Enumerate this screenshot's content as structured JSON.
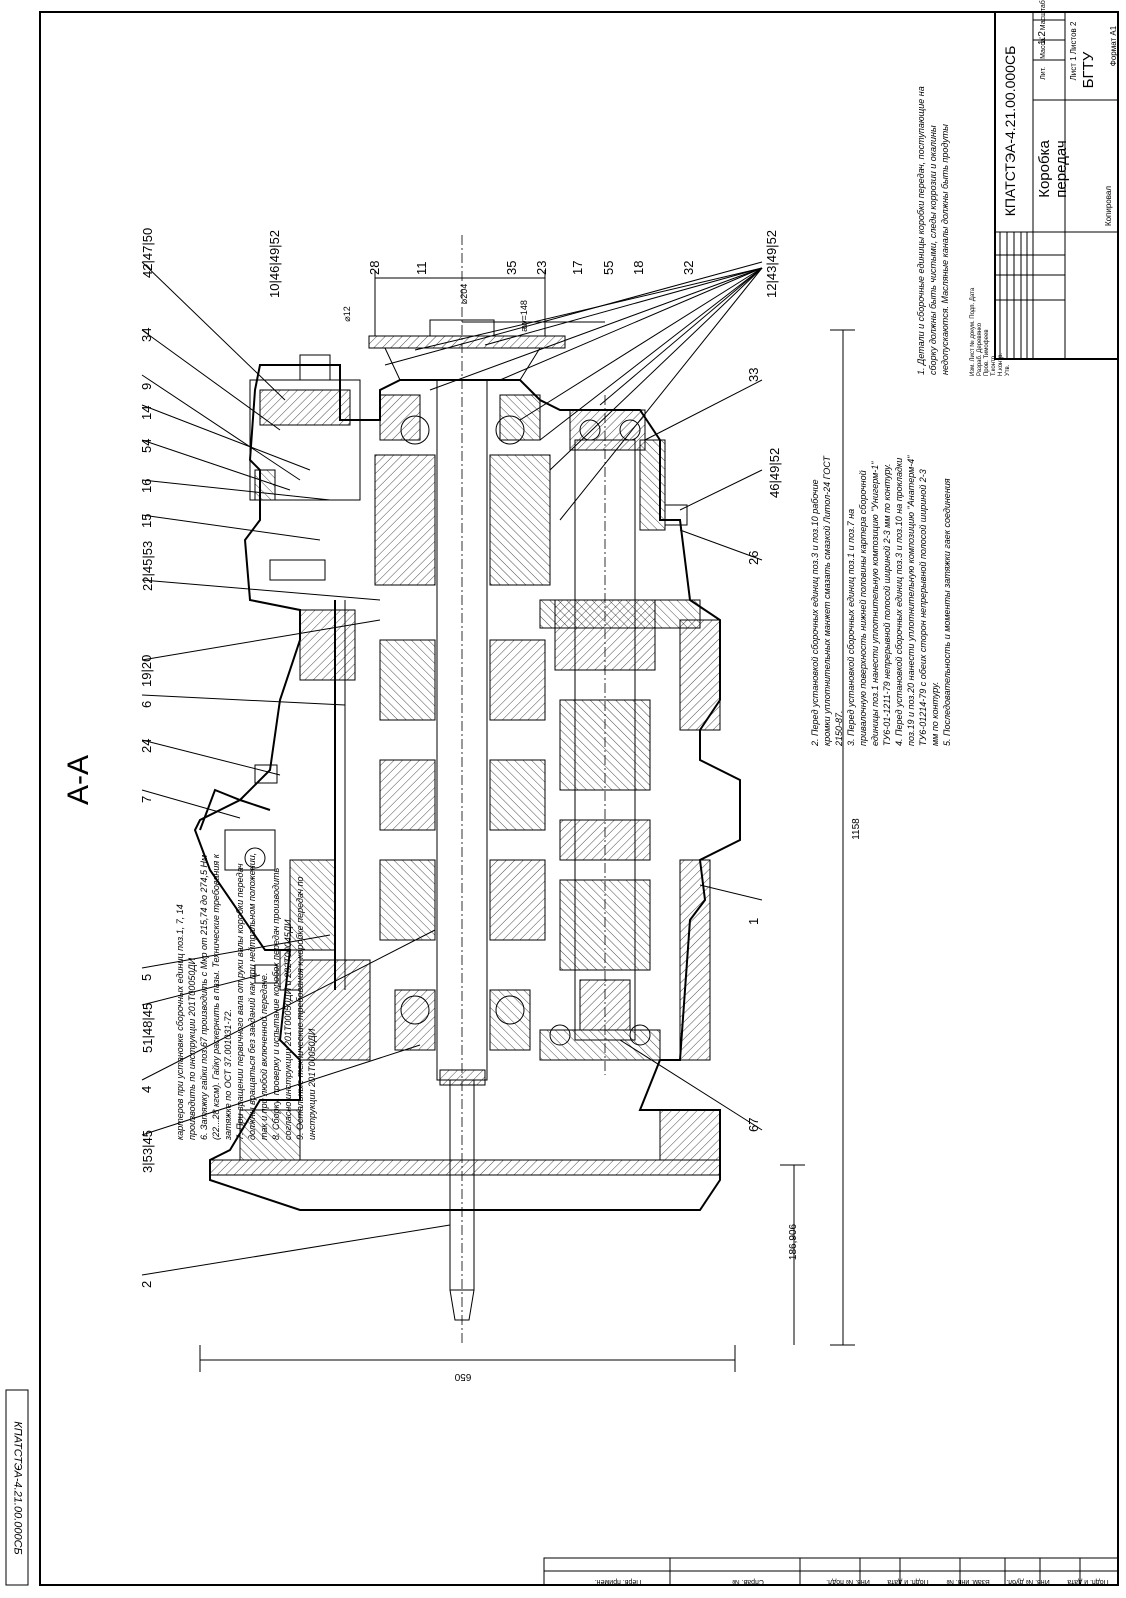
{
  "drawing": {
    "section_label": "А-А",
    "designation": "КПАТСТЭА-4.21.00.000СБ",
    "side_designation": "КПАТСТЭА-4.21.00.000СБ",
    "title_line1": "Коробка",
    "title_line2": "передач",
    "organization": "БГТУ",
    "scale": "1:2",
    "sheet": "Лист 1",
    "sheets": "Листов 2",
    "format": "Формат А1",
    "copied": "Копировал",
    "stamp_headers": [
      "Лит.",
      "Масса",
      "Масштаб"
    ],
    "stamp_rows": [
      [
        "Изм.",
        "Лист",
        "№ докум.",
        "Подп.",
        "Дата"
      ],
      [
        "Разраб.",
        "Деревянко"
      ],
      [
        "Пров.",
        "Тимофеев"
      ],
      [
        "Т.контр."
      ],
      [
        "Н.контр."
      ],
      [
        "Утв."
      ]
    ]
  },
  "left_stamp": [
    "Перв. примен.",
    "Справ. №"
  ],
  "bottom_stamp": [
    "Подп. и дата",
    "Инв. № дубл.",
    "Взам. инв. №",
    "Подп. и дата",
    "Инв. № подл."
  ],
  "dimensions": {
    "overall_length": "1158",
    "width": "650",
    "shaft_length": "186,906",
    "flange_diameter": "⌀204",
    "bolt_diameter": "⌀12",
    "center_distance": "aw=148"
  },
  "callouts_top": [
    {
      "lines": [
        "42",
        "47",
        "50"
      ]
    },
    {
      "lines": [
        "34"
      ]
    },
    {
      "lines": [
        "9"
      ]
    },
    {
      "lines": [
        "14"
      ]
    },
    {
      "lines": [
        "54"
      ]
    },
    {
      "lines": [
        "16"
      ]
    },
    {
      "lines": [
        "15"
      ]
    },
    {
      "lines": [
        "22",
        "45",
        "53"
      ]
    },
    {
      "lines": [
        "19",
        "20"
      ]
    },
    {
      "lines": [
        "6"
      ]
    },
    {
      "lines": [
        "24"
      ]
    },
    {
      "lines": [
        "7"
      ]
    },
    {
      "lines": [
        "5"
      ]
    },
    {
      "lines": [
        "51",
        "48",
        "45"
      ]
    },
    {
      "lines": [
        "4"
      ]
    },
    {
      "lines": [
        "3",
        "53",
        "45"
      ]
    },
    {
      "lines": [
        "2"
      ]
    }
  ],
  "callouts_right": [
    {
      "lines": [
        "10",
        "46",
        "49",
        "52"
      ]
    },
    {
      "lines": [
        "28"
      ]
    },
    {
      "lines": [
        "11"
      ]
    },
    {
      "lines": [
        "35"
      ]
    },
    {
      "lines": [
        "23"
      ]
    },
    {
      "lines": [
        "17"
      ]
    },
    {
      "lines": [
        "55"
      ]
    },
    {
      "lines": [
        "18"
      ]
    },
    {
      "lines": [
        "32"
      ]
    },
    {
      "lines": [
        "12",
        "43",
        "49",
        "52"
      ]
    },
    {
      "lines": [
        "33"
      ]
    },
    {
      "lines": [
        "46",
        "49",
        "52"
      ]
    },
    {
      "lines": [
        "26"
      ]
    },
    {
      "lines": [
        "1"
      ]
    },
    {
      "lines": [
        "67"
      ]
    }
  ],
  "notes_col1": [
    "1. Детали и сборочные единицы коробки передач, поступающие на",
    "сборку должны быть чистыми, следы коррозии и окалины",
    "недопускаются. Масляные каналы должны быть продуты"
  ],
  "notes_col2": [
    "2. Перед установкой сборочных единиц поз.3 и поз.10 рабочие",
    "кромки уплотнительных манжет смазать смазкой Литол-24 ГОСТ",
    "2150-87.",
    "3. Перед установкой сборочных единиц поз.1 и поз.7 на",
    "привалочную поверхность нижней половины картера сборочной",
    "единицы поз.1 нанести уплотнительную композицию \"Унигерм-1\"",
    "ТУ6-01-1211-79 непрерывной полосой шириной 2-3 мм по контуру.",
    "4. Перед установкой сборочных единиц поз.3 и поз.10 на прокладки",
    "поз.19 и поз.20 нанести уплотнительную композицию \"Анатерм-4\"",
    "ТУ6-01214-79 с обеих сторон непрерывной полосой шириной 2-3",
    "мм по контуру.",
    "5. Последовательность и моменты затяжки гаек соединения"
  ],
  "notes_col3": [
    "картеров при установке сборочных единиц поз.1, 7, 14",
    "производить по инструкции 201Т00050ДИ",
    "6. Затяжку гайки поз.67 производить с Мкр от 215,74 до 274,5 Нм",
    "(22...28 кгсм). Гайку раскернить в пазы. Технические требования к",
    "затяжке по ОСТ 37.001031-72.",
    "7. При вращении первичного вала от руки валы коробки передач",
    "должны вращаться без заеданий как при нейтральном положении,",
    "так и при любой включенной передаче.",
    "8. Сборку, проверку и испытание коробок передач производить",
    "согласно инструкции 201Т00050ДИ и 202Т00045ДИ",
    "9. Остальные технические требования к коробке передач по",
    "инструкции 201Т00050ДИ"
  ]
}
